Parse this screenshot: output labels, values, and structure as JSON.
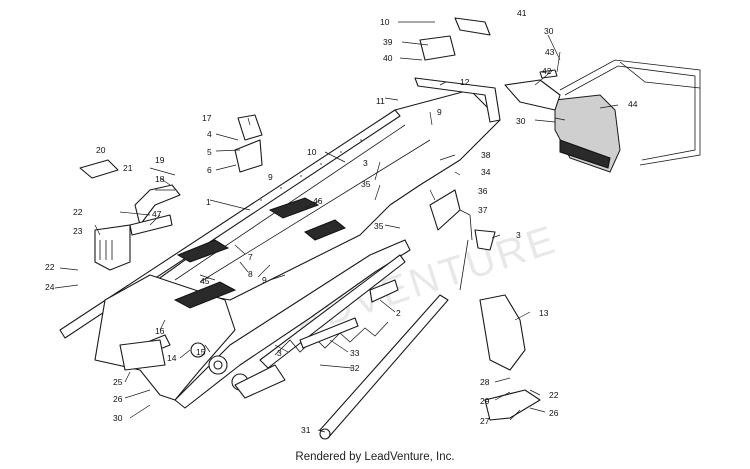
{
  "watermark": "ADVENTURE",
  "credit": "Rendered by LeadVenture, Inc.",
  "callouts": [
    "10",
    "41",
    "39",
    "40",
    "30",
    "43",
    "42",
    "44",
    "12",
    "11",
    "9",
    "17",
    "4",
    "5",
    "6",
    "20",
    "21",
    "19",
    "18",
    "1",
    "10",
    "3",
    "35",
    "38",
    "34",
    "36",
    "37",
    "3",
    "35",
    "22",
    "47",
    "46",
    "23",
    "22",
    "24",
    "7",
    "8",
    "45",
    "9",
    "2",
    "13",
    "16",
    "15",
    "14",
    "25",
    "26",
    "30",
    "33",
    "32",
    "3",
    "28",
    "29",
    "22",
    "27",
    "26",
    "31",
    "9",
    "30"
  ]
}
